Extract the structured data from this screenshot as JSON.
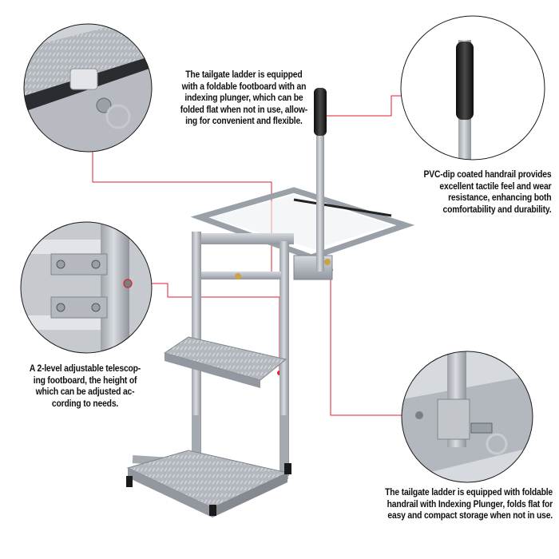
{
  "colors": {
    "callout_line": "#e0202c",
    "metal": "#b8bcc2",
    "metal_dark": "#8a8f96",
    "grip": "#1c1c1c",
    "background": "#ffffff"
  },
  "callouts": [
    {
      "id": "footboard-plunger",
      "lines": [
        "The tailgate ladder is equipped",
        "with a foldable footboard with an",
        "indexing plunger, which can be",
        "folded flat when not in use, allow-",
        "ing for convenient and flexible."
      ]
    },
    {
      "id": "pvc-handrail",
      "lines": [
        "PVC-dip coated handrail provides",
        "excellent tactile feel and wear",
        "resistance, enhancing both",
        "comfortability and durability."
      ]
    },
    {
      "id": "telescoping-footboard",
      "lines": [
        "A 2-level adjustable telescop-",
        "ing footboard, the height of",
        "which can be adjusted ac-",
        "cording to needs."
      ]
    },
    {
      "id": "foldable-handrail",
      "lines": [
        "The tailgate ladder is equipped with foldable",
        "handrail with Indexing Plunger, folds flat for",
        "easy and compact storage when not in use."
      ]
    }
  ]
}
